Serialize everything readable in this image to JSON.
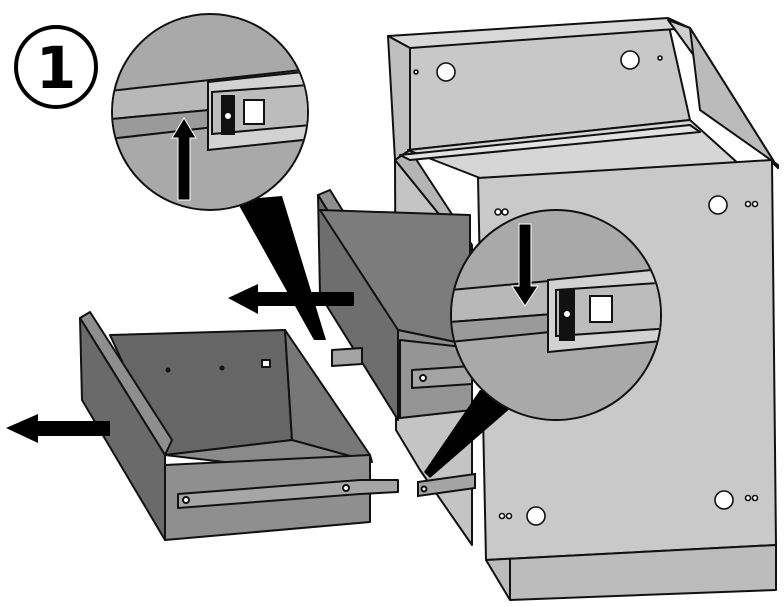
{
  "step": {
    "number": "1"
  },
  "colors": {
    "cabinet_light": "#c9c9c9",
    "cabinet_face": "#bdbdbd",
    "drawer_dark": "#6e6e6e",
    "drawer_mid": "#8a8a8a",
    "drawer_light": "#a3a3a3",
    "rail": "#9a9a9a",
    "outline": "#111111",
    "arrow": "#000000",
    "callout_bg": "#a9a9a9"
  },
  "icons": {
    "step": "circled-number",
    "pull_arrow": "arrow-left",
    "lever_up": "arrow-up",
    "lever_down": "arrow-down",
    "zoom": "magnifier-callout"
  }
}
